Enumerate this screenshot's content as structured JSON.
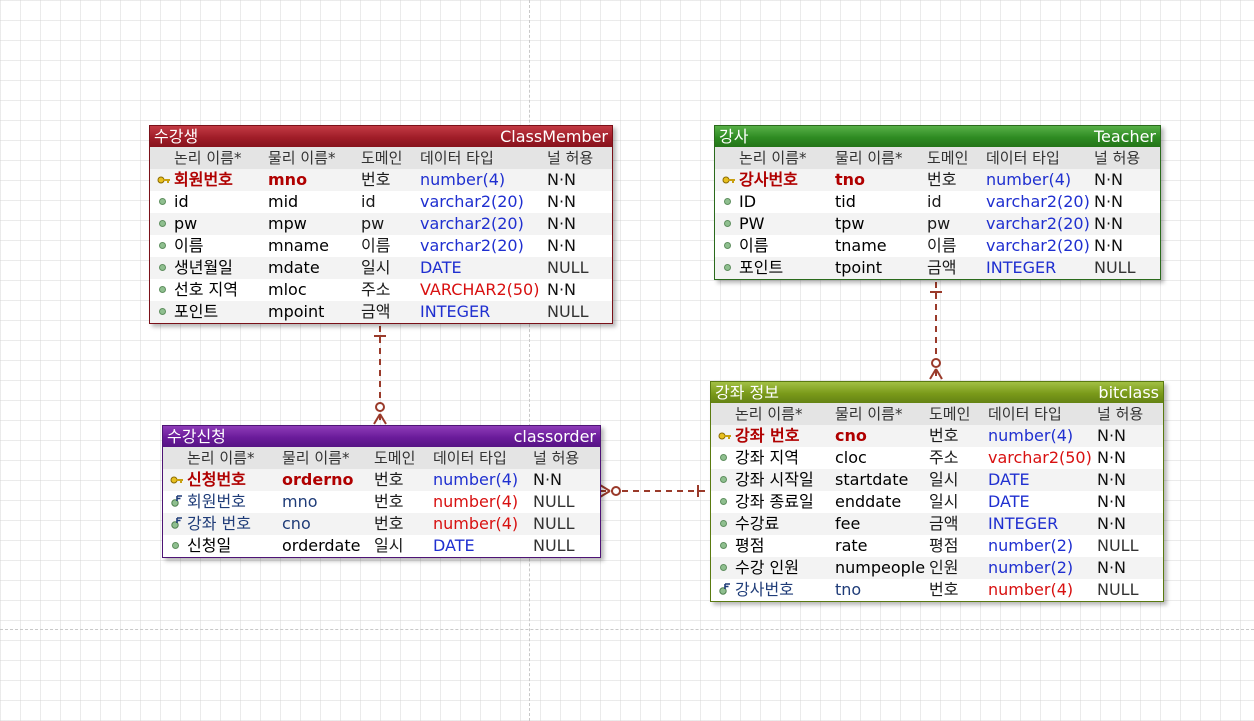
{
  "columns_header": {
    "logical": "논리 이름*",
    "physical": "물리 이름*",
    "domain": "도메인",
    "datatype": "데이터 타입",
    "nullable": "널 허용"
  },
  "entities": {
    "classmember": {
      "title_ko": "수강생",
      "title_en": "ClassMember",
      "color": "#a01d28",
      "rows": [
        {
          "logical": "회원번호",
          "physical": "mno",
          "domain": "번호",
          "datatype": "number(4)",
          "nullable": "N·N",
          "kind": "pk",
          "dt_color": "#1f2fd0"
        },
        {
          "logical": "id",
          "physical": "mid",
          "domain": "id",
          "datatype": "varchar2(20)",
          "nullable": "N·N",
          "kind": "attr",
          "dt_color": "#1f2fd0"
        },
        {
          "logical": "pw",
          "physical": "mpw",
          "domain": "pw",
          "datatype": "varchar2(20)",
          "nullable": "N·N",
          "kind": "attr",
          "dt_color": "#1f2fd0"
        },
        {
          "logical": "이름",
          "physical": "mname",
          "domain": "이름",
          "datatype": "varchar2(20)",
          "nullable": "N·N",
          "kind": "attr",
          "dt_color": "#1f2fd0"
        },
        {
          "logical": "생년월일",
          "physical": "mdate",
          "domain": "일시",
          "datatype": "DATE",
          "nullable": "NULL",
          "kind": "attr",
          "dt_color": "#1f2fd0"
        },
        {
          "logical": "선호 지역",
          "physical": "mloc",
          "domain": "주소",
          "datatype": "VARCHAR2(50)",
          "nullable": "N·N",
          "kind": "attr",
          "dt_color": "#d81010"
        },
        {
          "logical": "포인트",
          "physical": "mpoint",
          "domain": "금액",
          "datatype": "INTEGER",
          "nullable": "NULL",
          "kind": "attr",
          "dt_color": "#1f2fd0"
        }
      ]
    },
    "teacher": {
      "title_ko": "강사",
      "title_en": "Teacher",
      "color": "#2e8b22",
      "rows": [
        {
          "logical": "강사번호",
          "physical": "tno",
          "domain": "번호",
          "datatype": "number(4)",
          "nullable": "N·N",
          "kind": "pk",
          "dt_color": "#1f2fd0"
        },
        {
          "logical": "ID",
          "physical": "tid",
          "domain": "id",
          "datatype": "varchar2(20)",
          "nullable": "N·N",
          "kind": "attr",
          "dt_color": "#1f2fd0"
        },
        {
          "logical": "PW",
          "physical": "tpw",
          "domain": "pw",
          "datatype": "varchar2(20)",
          "nullable": "N·N",
          "kind": "attr",
          "dt_color": "#1f2fd0"
        },
        {
          "logical": "이름",
          "physical": "tname",
          "domain": "이름",
          "datatype": "varchar2(20)",
          "nullable": "N·N",
          "kind": "attr",
          "dt_color": "#1f2fd0"
        },
        {
          "logical": "포인트",
          "physical": "tpoint",
          "domain": "금액",
          "datatype": "INTEGER",
          "nullable": "NULL",
          "kind": "attr",
          "dt_color": "#1f2fd0"
        }
      ]
    },
    "classorder": {
      "title_ko": "수강신청",
      "title_en": "classorder",
      "color": "#6a1b9a",
      "rows": [
        {
          "logical": "신청번호",
          "physical": "orderno",
          "domain": "번호",
          "datatype": "number(4)",
          "nullable": "N·N",
          "kind": "pk",
          "dt_color": "#1f2fd0"
        },
        {
          "logical": "회원번호",
          "physical": "mno",
          "domain": "번호",
          "datatype": "number(4)",
          "nullable": "NULL",
          "kind": "fk",
          "dt_color": "#d81010"
        },
        {
          "logical": "강좌 번호",
          "physical": "cno",
          "domain": "번호",
          "datatype": "number(4)",
          "nullable": "NULL",
          "kind": "fk",
          "dt_color": "#d81010"
        },
        {
          "logical": "신청일",
          "physical": "orderdate",
          "domain": "일시",
          "datatype": "DATE",
          "nullable": "NULL",
          "kind": "attr",
          "dt_color": "#1f2fd0"
        }
      ]
    },
    "bitclass": {
      "title_ko": "강좌 정보",
      "title_en": "bitclass",
      "color": "#7a9a1a",
      "rows": [
        {
          "logical": "강좌 번호",
          "physical": "cno",
          "domain": "번호",
          "datatype": "number(4)",
          "nullable": "N·N",
          "kind": "pk",
          "dt_color": "#1f2fd0"
        },
        {
          "logical": "강좌 지역",
          "physical": "cloc",
          "domain": "주소",
          "datatype": "varchar2(50)",
          "nullable": "N·N",
          "kind": "attr",
          "dt_color": "#d81010"
        },
        {
          "logical": "강좌 시작일",
          "physical": "startdate",
          "domain": "일시",
          "datatype": "DATE",
          "nullable": "N·N",
          "kind": "attr",
          "dt_color": "#1f2fd0"
        },
        {
          "logical": "강좌 종료일",
          "physical": "enddate",
          "domain": "일시",
          "datatype": "DATE",
          "nullable": "N·N",
          "kind": "attr",
          "dt_color": "#1f2fd0"
        },
        {
          "logical": "수강료",
          "physical": "fee",
          "domain": "금액",
          "datatype": "INTEGER",
          "nullable": "N·N",
          "kind": "attr",
          "dt_color": "#1f2fd0"
        },
        {
          "logical": "평점",
          "physical": "rate",
          "domain": "평점",
          "datatype": "number(2)",
          "nullable": "NULL",
          "kind": "attr",
          "dt_color": "#1f2fd0"
        },
        {
          "logical": "수강 인원",
          "physical": "numpeople",
          "domain": "인원",
          "datatype": "number(2)",
          "nullable": "N·N",
          "kind": "attr",
          "dt_color": "#1f2fd0"
        },
        {
          "logical": "강사번호",
          "physical": "tno",
          "domain": "번호",
          "datatype": "number(4)",
          "nullable": "NULL",
          "kind": "fk",
          "dt_color": "#d81010"
        }
      ]
    }
  },
  "relationships": [
    {
      "from": "classmember",
      "to": "classorder",
      "type": "one-to-many",
      "color": "#9a3a2a"
    },
    {
      "from": "teacher",
      "to": "bitclass",
      "type": "one-to-many",
      "color": "#9a3a2a"
    },
    {
      "from": "bitclass",
      "to": "classorder",
      "type": "one-to-many",
      "color": "#9a3a2a"
    }
  ]
}
